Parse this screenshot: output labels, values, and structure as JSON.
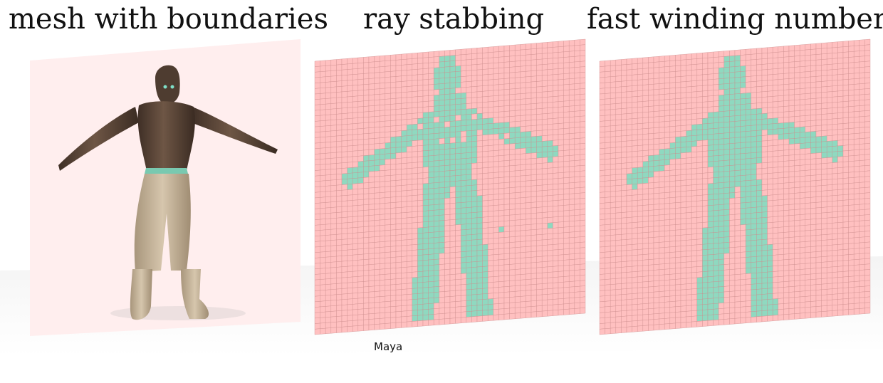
{
  "titles": {
    "mesh": "mesh with boundaries",
    "ray": "ray stabbing",
    "fwn": "fast winding number"
  },
  "caption": "Maya",
  "colors": {
    "outside": "#ffc0c0",
    "inside": "#8fd9c0",
    "grid_line": "#cc8a8a",
    "plane_light": "#ffeeee",
    "skin": "#5a4436",
    "pants": "#c9b79c"
  },
  "icons": [
    "human-mesh-figure"
  ]
}
